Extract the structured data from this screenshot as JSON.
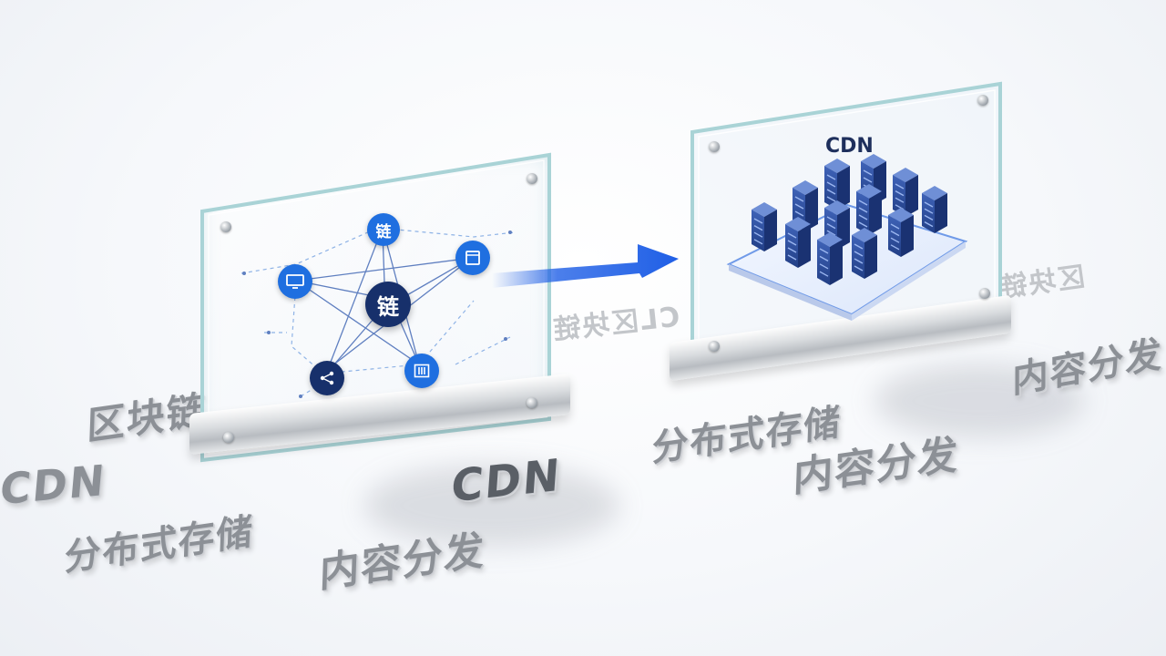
{
  "left_panel": {
    "center_node": "链",
    "top_node": "链"
  },
  "right_panel": {
    "title": "CDN"
  },
  "floor_words": {
    "blockchain": "区块链",
    "cdn_left": "CDN",
    "storage_left": "分布式存储",
    "distribution_left": "内容分发",
    "cdn_center": "CDN",
    "storage_center": "分布式存储",
    "distribution_center": "内容分发",
    "distribution_right": "内容分发",
    "mirror_text": "CL区块链",
    "mirror_right": "区块链"
  },
  "colors": {
    "node_blue": "#1f6fe0",
    "node_navy": "#17306b",
    "arrow_blue": "#1f5fe6",
    "server_blue": "#2f4f9c"
  }
}
